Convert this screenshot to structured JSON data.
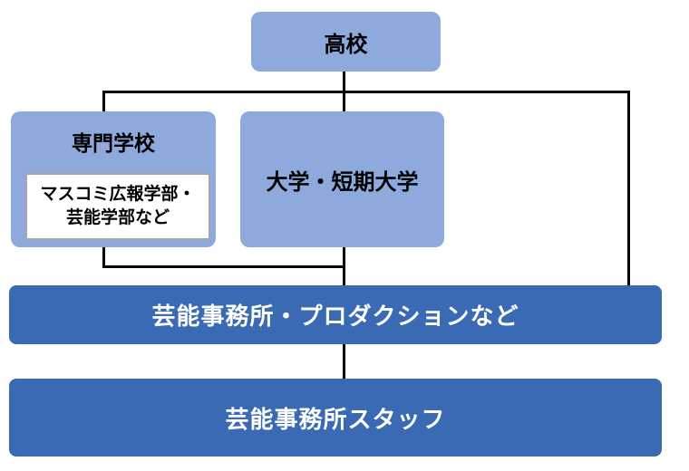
{
  "diagram": {
    "type": "flowchart",
    "nodes": {
      "highschool": {
        "label": "高校"
      },
      "vocational": {
        "label": "専門学校",
        "departments_line1": "マスコミ広報学部・",
        "departments_line2": "芸能学部など"
      },
      "university": {
        "label": "大学・短期大学"
      },
      "agency": {
        "label": "芸能事務所・プロダクションなど"
      },
      "staff": {
        "label": "芸能事務所スタッフ"
      }
    },
    "colors": {
      "node_fill_light": "#8ea9db",
      "node_fill_dark": "#3a6ab3",
      "connector": "#000000",
      "inner_box_bg": "#ffffff",
      "inner_box_border": "#a6a6a6",
      "text_dark": "#000000",
      "text_light": "#ffffff",
      "canvas_bg": "#ffffff"
    }
  }
}
